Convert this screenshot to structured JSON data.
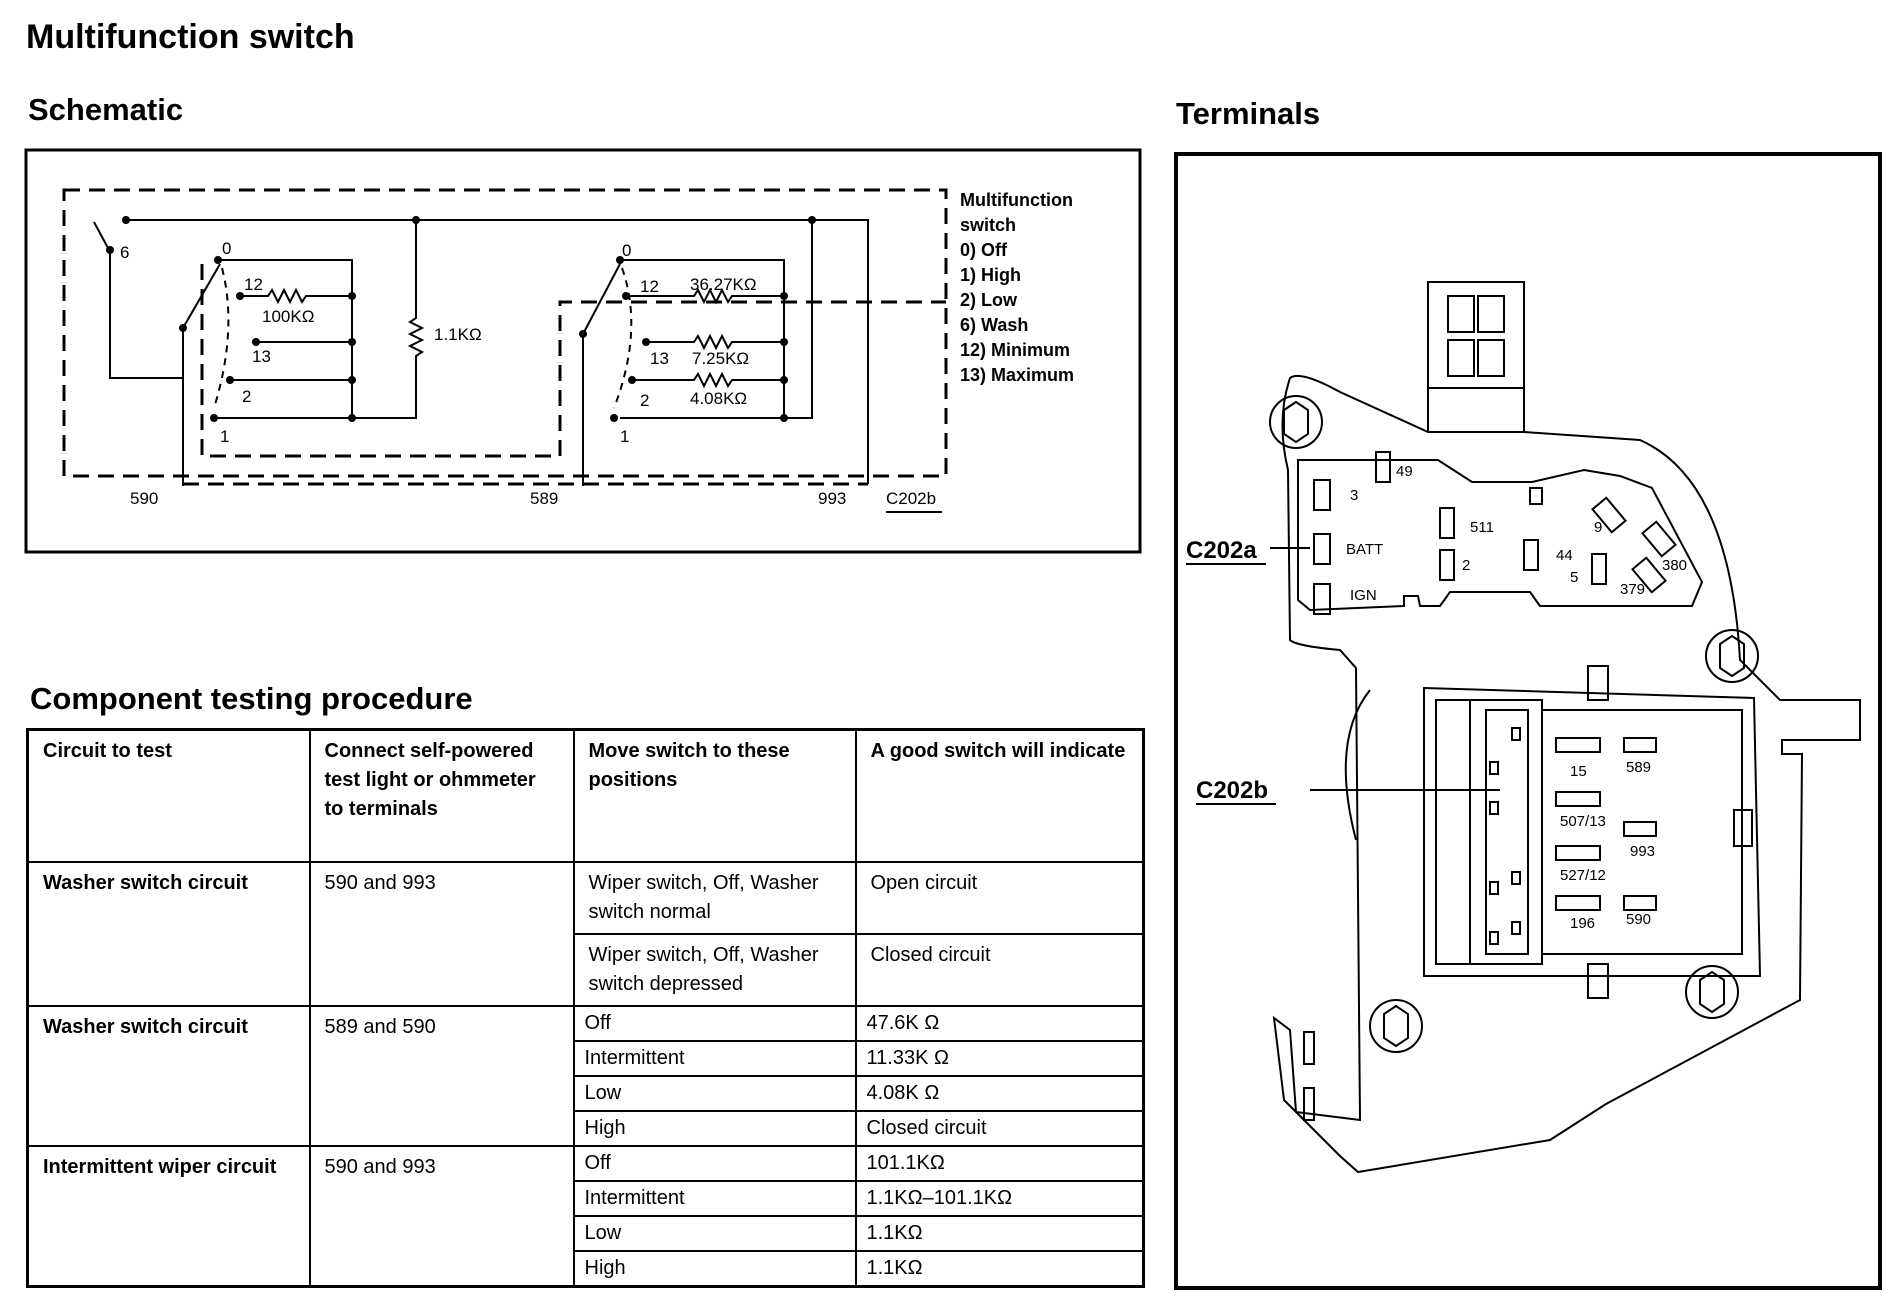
{
  "page": {
    "title": "Multifunction switch",
    "schematic_title": "Schematic",
    "terminals_title": "Terminals",
    "testing_title": "Component testing procedure"
  },
  "schematic": {
    "legend_title_1": "Multifunction",
    "legend_title_2": "switch",
    "legend": [
      "0)   Off",
      "1)   High",
      "2)   Low",
      "6)   Wash",
      "12) Minimum",
      "13) Maximum"
    ],
    "left_switch": {
      "pos_6": "6",
      "pos_0": "0",
      "pos_12": "12",
      "pos_13": "13",
      "pos_2": "2",
      "pos_1": "1",
      "r_100k": "100KΩ"
    },
    "mid_resistor": "1.1KΩ",
    "right_switch": {
      "pos_0": "0",
      "pos_12": "12",
      "pos_13": "13",
      "pos_2": "2",
      "pos_1": "1",
      "r_36": "36.27KΩ",
      "r_7": "7.25KΩ",
      "r_4": "4.08KΩ"
    },
    "wires": [
      "590",
      "589",
      "993"
    ],
    "connector": "C202b"
  },
  "terminals": {
    "c202a": "C202a",
    "c202b": "C202b",
    "a_pins": [
      "49",
      "3",
      "BATT",
      "IGN",
      "511",
      "2",
      "44",
      "5",
      "9",
      "380",
      "379"
    ],
    "b_pins": [
      "15",
      "589",
      "507/13",
      "993",
      "527/12",
      "196",
      "590"
    ]
  },
  "table": {
    "headers": [
      "Circuit to test",
      "Connect self-powered test light or ohmmeter to terminals",
      "Move switch to these positions",
      "A good switch will indicate"
    ],
    "groups": [
      {
        "circuit": "Washer switch circuit",
        "terminals": "590 and 993",
        "rows": [
          {
            "position": "Wiper switch, Off, Washer switch normal",
            "result": "Open circuit"
          },
          {
            "position": "Wiper switch, Off, Washer switch depressed",
            "result": "Closed circuit"
          }
        ]
      },
      {
        "circuit": "Washer switch circuit",
        "terminals": "589 and 590",
        "rows": [
          {
            "position": "Off",
            "result": "47.6K Ω"
          },
          {
            "position": "Intermittent",
            "result": "11.33K Ω"
          },
          {
            "position": "Low",
            "result": "4.08K Ω"
          },
          {
            "position": "High",
            "result": "Closed circuit"
          }
        ]
      },
      {
        "circuit": "Intermittent wiper circuit",
        "terminals": "590 and 993",
        "rows": [
          {
            "position": "Off",
            "result": "101.1KΩ"
          },
          {
            "position": "Intermittent",
            "result": "1.1KΩ–101.1KΩ"
          },
          {
            "position": "Low",
            "result": "1.1KΩ"
          },
          {
            "position": "High",
            "result": "1.1KΩ"
          }
        ]
      }
    ]
  }
}
